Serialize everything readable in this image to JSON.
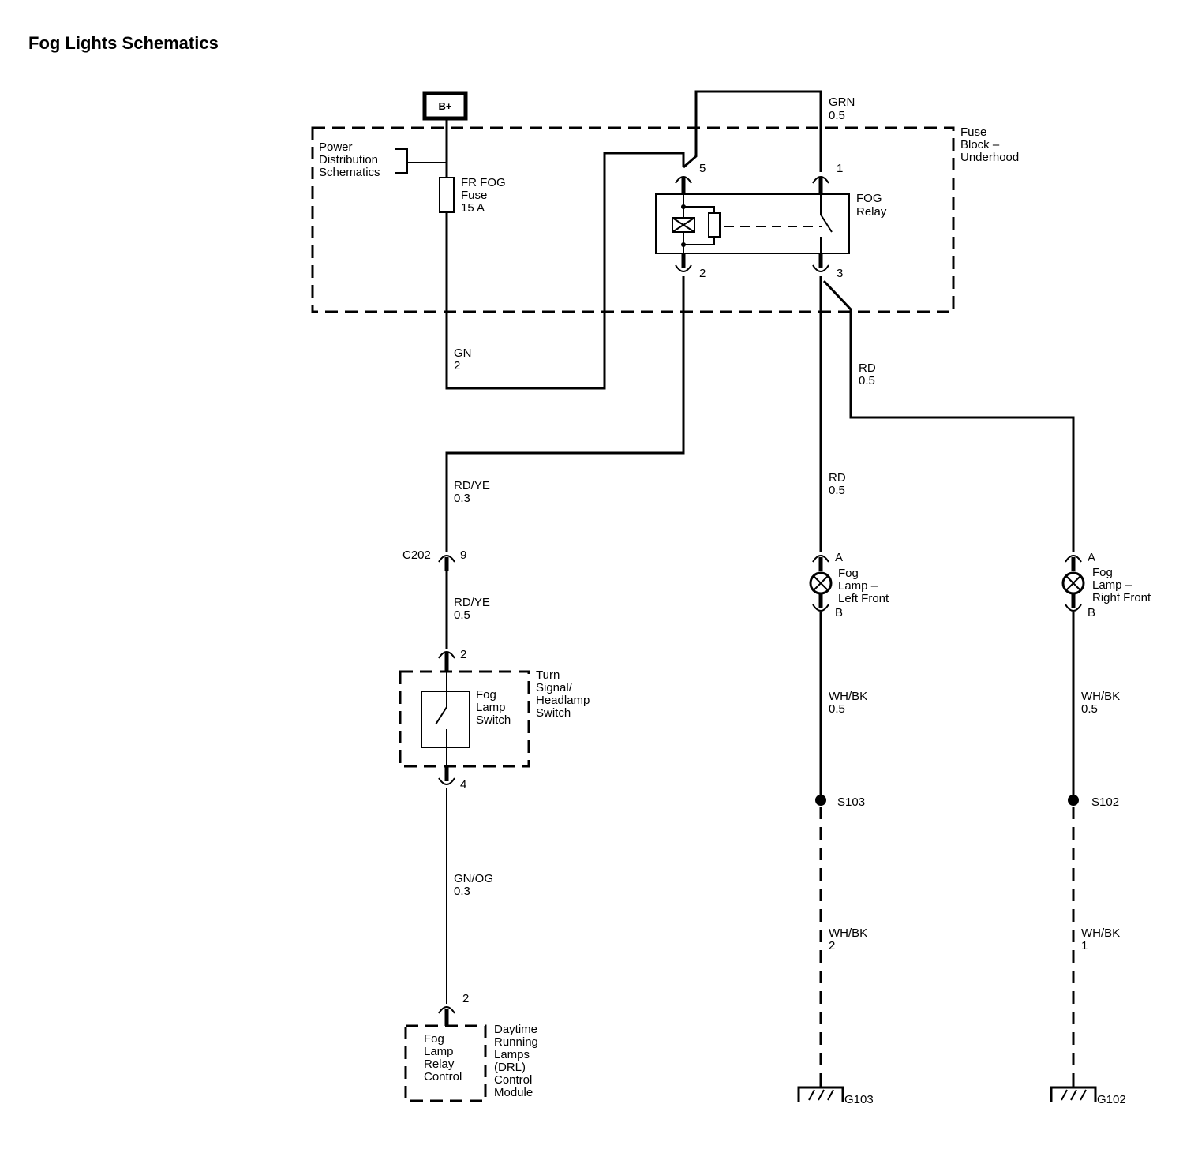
{
  "title": "Fog Lights Schematics",
  "power_source": "B+",
  "fuse_block": {
    "label_lines": [
      "Fuse",
      "Block –",
      "Underhood"
    ]
  },
  "power_distribution": {
    "label_lines": [
      "Power",
      "Distribution",
      "Schematics"
    ]
  },
  "fuse": {
    "label_lines": [
      "FR FOG",
      "Fuse",
      "15 A"
    ]
  },
  "relay": {
    "label_lines": [
      "FOG",
      "Relay"
    ],
    "pins": {
      "p5": "5",
      "p1": "1",
      "p2": "2",
      "p3": "3"
    }
  },
  "wires": {
    "grn": {
      "color": "GRN",
      "gauge": "0.5"
    },
    "gn": {
      "color": "GN",
      "gauge": "2"
    },
    "rd_main": {
      "color": "RD",
      "gauge": "0.5"
    },
    "rd_left": {
      "color": "RD",
      "gauge": "0.5"
    },
    "rdye_upper": {
      "color": "RD/YE",
      "gauge": "0.3"
    },
    "rdye_lower": {
      "color": "RD/YE",
      "gauge": "0.5"
    },
    "gnog": {
      "color": "GN/OG",
      "gauge": "0.3"
    },
    "whbk_left": {
      "color": "WH/BK",
      "gauge": "0.5"
    },
    "whbk_right": {
      "color": "WH/BK",
      "gauge": "0.5"
    },
    "whbk_left_ground": {
      "color": "WH/BK",
      "gauge": "2"
    },
    "whbk_right_ground": {
      "color": "WH/BK",
      "gauge": "1"
    }
  },
  "connector_c202": {
    "name": "C202",
    "pin": "9"
  },
  "switch": {
    "pin_in": "2",
    "pin_out": "4",
    "inner_label_lines": [
      "Fog",
      "Lamp",
      "Switch"
    ],
    "outer_label_lines": [
      "Turn",
      "Signal/",
      "Headlamp",
      "Switch"
    ]
  },
  "drl_module": {
    "pin": "2",
    "inner_label_lines": [
      "Fog",
      "Lamp",
      "Relay",
      "Control"
    ],
    "outer_label_lines": [
      "Daytime",
      "Running",
      "Lamps",
      "(DRL)",
      "Control",
      "Module"
    ]
  },
  "lamp_left": {
    "pin_a": "A",
    "pin_b": "B",
    "label_lines": [
      "Fog",
      "Lamp –",
      "Left Front"
    ]
  },
  "lamp_right": {
    "pin_a": "A",
    "pin_b": "B",
    "label_lines": [
      "Fog",
      "Lamp –",
      "Right Front"
    ]
  },
  "splices": {
    "left": "S103",
    "right": "S102"
  },
  "grounds": {
    "left": "G103",
    "right": "G102"
  }
}
